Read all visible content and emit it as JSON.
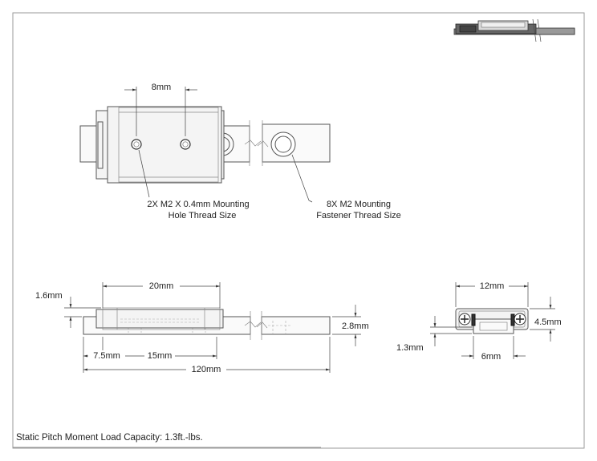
{
  "top_view": {
    "pitch_dim": "8mm",
    "callout_mounting_hole": [
      "2X M2 X 0.4mm Mounting",
      "Hole Thread Size"
    ],
    "callout_fastener": [
      "8X M2 Mounting",
      "Fastener Thread Size"
    ]
  },
  "side_view": {
    "dim_height_offset": "1.6mm",
    "dim_carriage_length": "20mm",
    "dim_rail_height": "2.8mm",
    "dim_end_offset": "7.5mm",
    "dim_hole_spacing": "15mm",
    "dim_rail_length": "120mm"
  },
  "end_view": {
    "dim_carriage_width": "12mm",
    "dim_total_height": "4.5mm",
    "dim_clearance": "1.3mm",
    "dim_rail_width": "6mm"
  },
  "notes": {
    "load_capacity": "Static Pitch Moment Load Capacity: 1.3ft.-lbs."
  }
}
